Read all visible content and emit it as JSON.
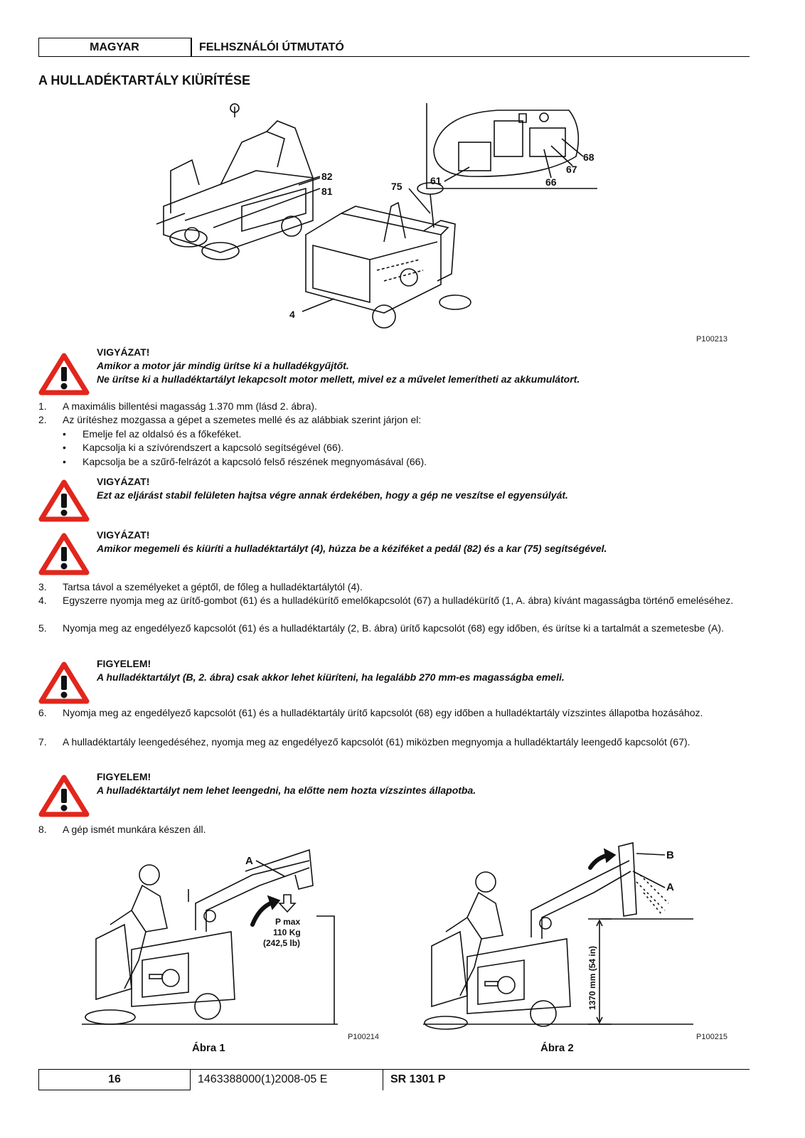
{
  "header": {
    "language": "MAGYAR",
    "title": "FELHSZNÁLÓI ÚTMUTATÓ"
  },
  "section_title": "A HULLADÉKTARTÁLY KIÜRÍTÉSE",
  "figure_top": {
    "code": "P100213",
    "callouts": {
      "c82": "82",
      "c81": "81",
      "c75": "75",
      "c61": "61",
      "c66": "66",
      "c67": "67",
      "c68": "68",
      "c4": "4"
    }
  },
  "warnings": [
    {
      "title": "VIGYÁZAT!",
      "lines": [
        "Amikor a motor jár mindig ürítse ki a hulladékgyűjtőt.",
        "Ne ürítse ki a hulladéktartályt lekapcsolt motor mellett, mivel ez a művelet lemerítheti az akkumulátort."
      ]
    },
    {
      "title": "VIGYÁZAT!",
      "lines": [
        "Ezt az eljárást stabil felületen hajtsa végre annak érdekében, hogy a gép ne veszítse el egyensúlyát."
      ]
    },
    {
      "title": "VIGYÁZAT!",
      "lines": [
        "Amikor megemeli és kiüríti a hulladéktartályt (4), húzza be a kéziféket a pedál (82) és a kar (75) segítségével."
      ]
    },
    {
      "title": "FIGYELEM!",
      "lines": [
        "A hulladéktartályt (B, 2. ábra) csak akkor lehet kiüríteni, ha legalább 270 mm-es magasságba emeli."
      ]
    },
    {
      "title": "FIGYELEM!",
      "lines": [
        "A hulladéktartályt nem lehet leengedni, ha előtte nem hozta vízszintes állapotba."
      ]
    }
  ],
  "steps": [
    {
      "num": "1.",
      "text": "A maximális billentési magasság 1.370 mm (lásd 2. ábra)."
    },
    {
      "num": "2.",
      "text": "Az ürítéshez mozgassa a gépet a szemetes mellé és az alábbiak szerint járjon el:"
    },
    {
      "num": "3.",
      "text": "Tartsa távol a személyeket a géptől, de főleg a hulladéktartálytól (4)."
    },
    {
      "num": "4.",
      "text": "Egyszerre nyomja meg az ürítő-gombot (61) és a hulladékürítő emelőkapcsolót (67) a hulladékürítő (1, A. ábra) kívánt magasságba történő emeléséhez."
    },
    {
      "num": "5.",
      "text": "Nyomja meg az engedélyező kapcsolót (61) és a hulladéktartály (2, B. ábra) ürítő kapcsolót (68) egy időben, és ürítse ki a tartalmát a szemetesbe (A)."
    },
    {
      "num": "6.",
      "text": "Nyomja meg az engedélyező kapcsolót (61) és a hulladéktartály ürítő kapcsolót (68) egy időben a hulladéktartály vízszintes állapotba hozásához."
    },
    {
      "num": "7.",
      "text": "A hulladéktartály leengedéséhez, nyomja meg az engedélyező kapcsolót (61) miközben megnyomja a hulladéktartály leengedő kapcsolót (67)."
    },
    {
      "num": "8.",
      "text": "A gép ismét munkára készen áll."
    }
  ],
  "bullets": [
    "Emelje fel az oldalsó és a főkeféket.",
    "Kapcsolja ki a szívórendszert a kapcsoló segítségével (66).",
    "Kapcsolja be a szűrő-felrázót a kapcsoló felső részének megnyomásával (66)."
  ],
  "figure1": {
    "code": "P100214",
    "caption": "Ábra 1",
    "label_a": "A",
    "load_l1": "P max",
    "load_l2": "110 Kg",
    "load_l3": "(242,5 lb)"
  },
  "figure2": {
    "code": "P100215",
    "caption": "Ábra 2",
    "label_b": "B",
    "label_a": "A",
    "height": "1370 mm (54 in)"
  },
  "footer": {
    "page": "16",
    "doc_code": "1463388000(1)2008-05 E",
    "model": "SR 1301 P"
  },
  "colors": {
    "warning_red": "#e2261c"
  }
}
